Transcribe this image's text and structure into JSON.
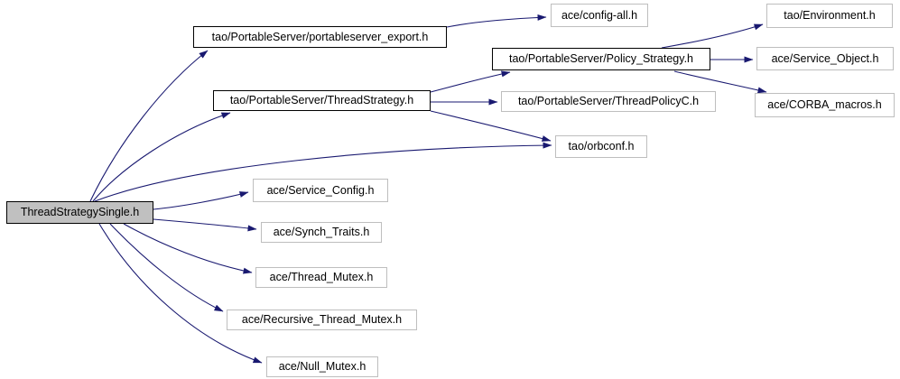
{
  "diagram": {
    "kind": "include-dependency-graph",
    "root_label": "ThreadStrategySingle.h",
    "colors": {
      "edge": "#191970",
      "root_fill": "#c0c0c0",
      "linked_border": "#000000",
      "plain_border": "#bebebe",
      "background": "#ffffff",
      "text": "#000000"
    },
    "nodes": [
      {
        "id": "main",
        "label": "ThreadStrategySingle.h",
        "kind": "root"
      },
      {
        "id": "export",
        "label": "tao/PortableServer/portableserver_export.h",
        "kind": "linked"
      },
      {
        "id": "threadstrategy",
        "label": "tao/PortableServer/ThreadStrategy.h",
        "kind": "linked"
      },
      {
        "id": "policy",
        "label": "tao/PortableServer/Policy_Strategy.h",
        "kind": "linked"
      },
      {
        "id": "threadpolicyc",
        "label": "tao/PortableServer/ThreadPolicyC.h",
        "kind": "plain"
      },
      {
        "id": "configall",
        "label": "ace/config-all.h",
        "kind": "plain"
      },
      {
        "id": "environment",
        "label": "tao/Environment.h",
        "kind": "plain"
      },
      {
        "id": "serviceobject",
        "label": "ace/Service_Object.h",
        "kind": "plain"
      },
      {
        "id": "corbamacros",
        "label": "ace/CORBA_macros.h",
        "kind": "plain"
      },
      {
        "id": "orbconf",
        "label": "tao/orbconf.h",
        "kind": "plain"
      },
      {
        "id": "serviceconfig",
        "label": "ace/Service_Config.h",
        "kind": "plain"
      },
      {
        "id": "synchtraits",
        "label": "ace/Synch_Traits.h",
        "kind": "plain"
      },
      {
        "id": "threadmutex",
        "label": "ace/Thread_Mutex.h",
        "kind": "plain"
      },
      {
        "id": "recursivemutex",
        "label": "ace/Recursive_Thread_Mutex.h",
        "kind": "plain"
      },
      {
        "id": "nullmutex",
        "label": "ace/Null_Mutex.h",
        "kind": "plain"
      }
    ],
    "edges": [
      {
        "from": "main",
        "to": "export"
      },
      {
        "from": "main",
        "to": "threadstrategy"
      },
      {
        "from": "main",
        "to": "orbconf"
      },
      {
        "from": "main",
        "to": "serviceconfig"
      },
      {
        "from": "main",
        "to": "synchtraits"
      },
      {
        "from": "main",
        "to": "threadmutex"
      },
      {
        "from": "main",
        "to": "recursivemutex"
      },
      {
        "from": "main",
        "to": "nullmutex"
      },
      {
        "from": "export",
        "to": "configall"
      },
      {
        "from": "threadstrategy",
        "to": "policy"
      },
      {
        "from": "threadstrategy",
        "to": "threadpolicyc"
      },
      {
        "from": "threadstrategy",
        "to": "orbconf"
      },
      {
        "from": "policy",
        "to": "environment"
      },
      {
        "from": "policy",
        "to": "serviceobject"
      },
      {
        "from": "policy",
        "to": "corbamacros"
      }
    ]
  }
}
